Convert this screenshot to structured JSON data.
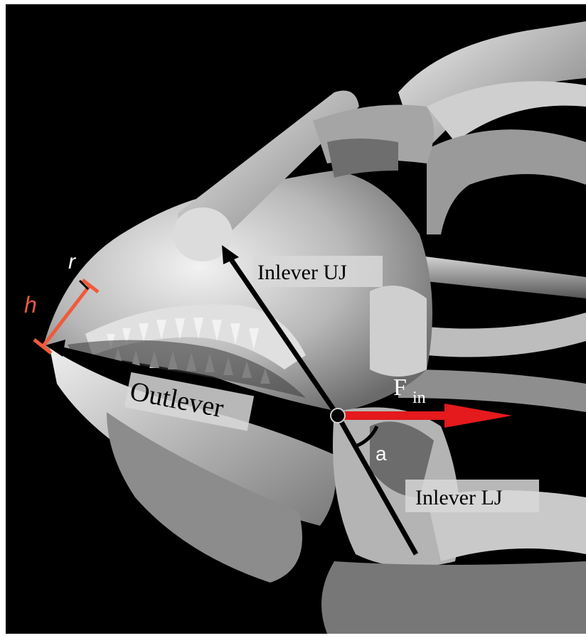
{
  "labels": {
    "inlever_uj": "Inlever UJ",
    "inlever_lj": "Inlever LJ",
    "outlever": "Outlever",
    "f_in_main": "F",
    "f_in_sub": "in",
    "angle": "a",
    "r": "r",
    "h": "h"
  },
  "colors": {
    "background": "#000000",
    "frame": "#ffffff",
    "lever_line": "#000000",
    "force_arrow": "#e41a1c",
    "h_marker": "#f05a3c",
    "label_box": "#d8d8d8",
    "bone_light": "#e6e6e6",
    "bone_mid": "#a8a8a8",
    "bone_dark": "#5a5a5a"
  },
  "icons": {
    "pivot": "pivot-dot-icon",
    "force_arrow": "arrow-right-icon"
  }
}
